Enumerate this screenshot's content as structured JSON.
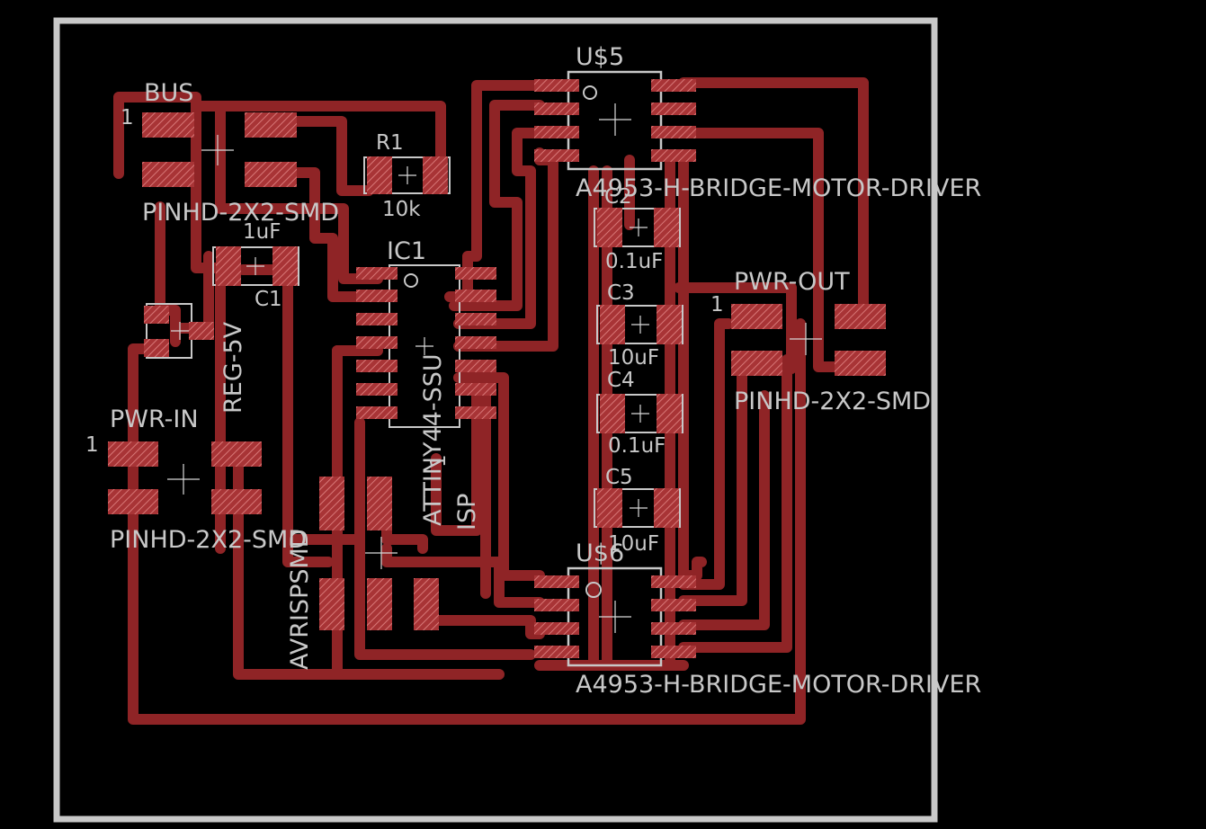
{
  "colors": {
    "background": "#000000",
    "trace": "#8f2426",
    "pad": "#c04a4c",
    "silkscreen": "#c8c8c8"
  },
  "labels": {
    "bus": "BUS",
    "bus_pin1": "1",
    "bus_package": "PINHD-2X2-SMD",
    "r1": "R1",
    "r1_value": "10k",
    "c1": "C1",
    "c1_value": "1uF",
    "reg": "REG-5V",
    "ic1": "IC1",
    "ic1_part": "ATTINY44-SSU",
    "pwr_in": "PWR-IN",
    "pwr_in_pin1": "1",
    "pwr_in_package": "PINHD-2X2-SMD",
    "avrisp": "AVRISPSMD",
    "isp": "ISP",
    "isp_pin1": "1",
    "u5": "U$5",
    "u5_part": "A4953-H-BRIDGE-MOTOR-DRIVER",
    "c2": "C2",
    "c2_value": "0.1uF",
    "c3": "C3",
    "c3_value": "10uF",
    "c4": "C4",
    "c4_value": "0.1uF",
    "c5": "C5",
    "c5_value": "10uF",
    "u6": "U$6",
    "u6_part": "A4953-H-BRIDGE-MOTOR-DRIVER",
    "pwr_out": "PWR-OUT",
    "pwr_out_pin1": "1",
    "pwr_out_package": "PINHD-2X2-SMD"
  }
}
